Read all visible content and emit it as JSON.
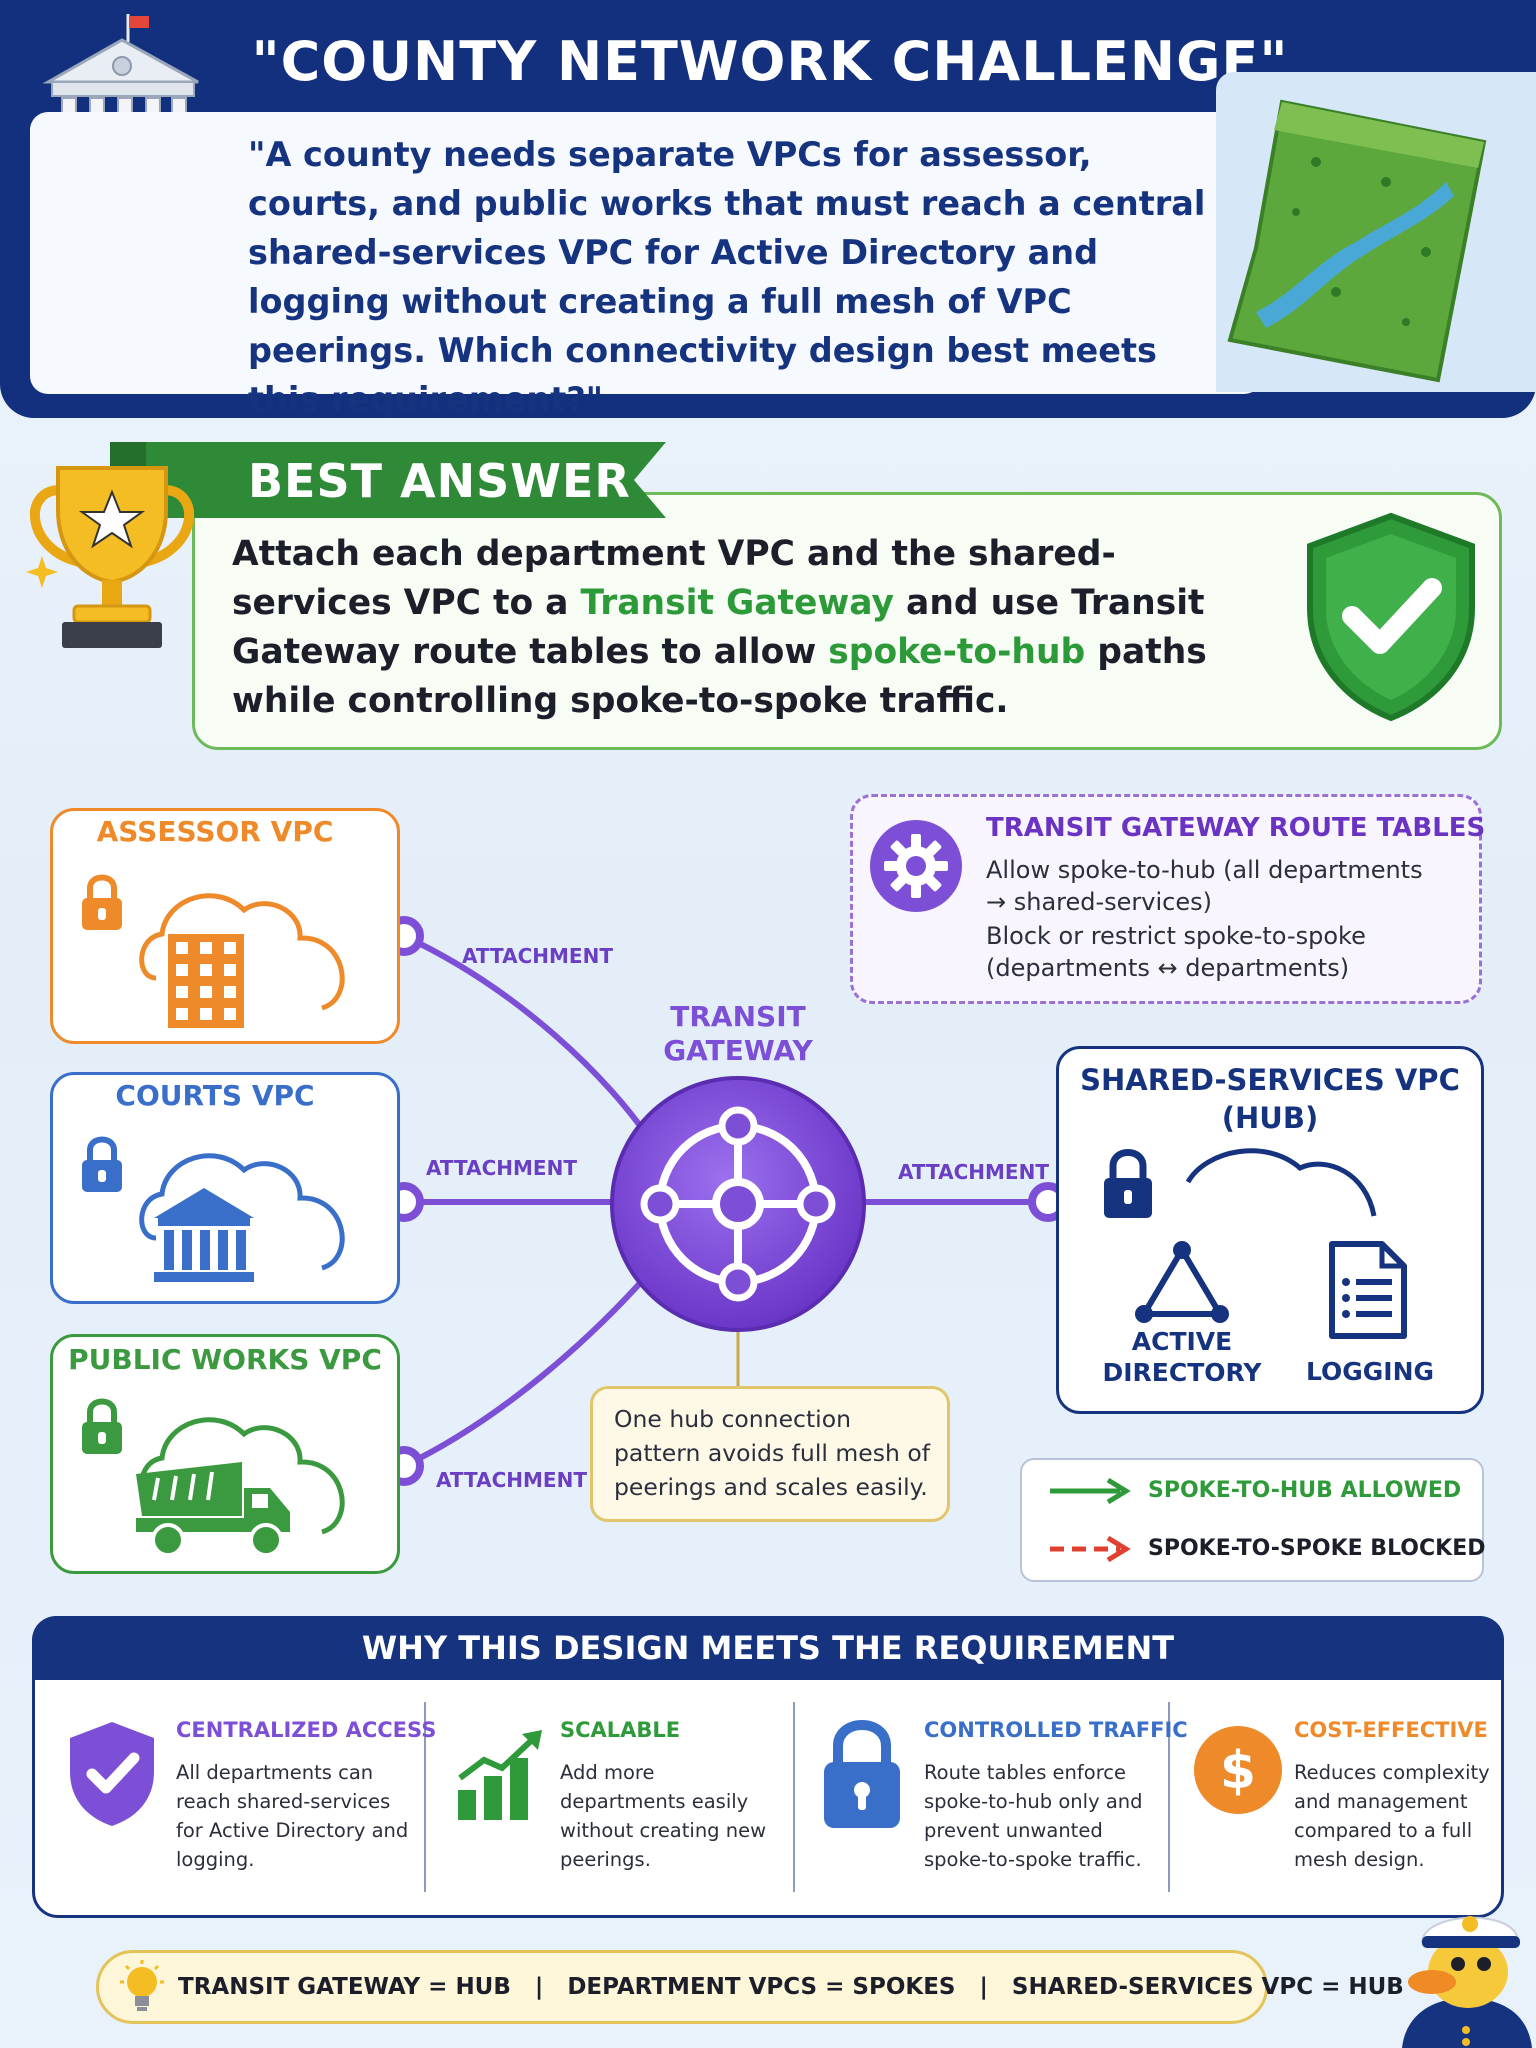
{
  "header": {
    "title": "\"COUNTY NETWORK CHALLENGE\"",
    "question": "\"A county needs separate VPCs for assessor, courts, and public works that must reach a central shared-services VPC for Active Directory and logging without creating a full mesh of VPC peerings. Which connectivity design best meets this requirement?\""
  },
  "best_answer": {
    "banner": "BEST ANSWER",
    "text_before_1": "Attach each department VPC and the shared-services VPC to a ",
    "highlight_1": "Transit Gateway",
    "text_between": " and use Transit Gateway route tables to allow ",
    "highlight_2": "spoke-to-hub",
    "text_after": " paths while controlling spoke-to-spoke traffic."
  },
  "diagram": {
    "vpcs": [
      {
        "label": "ASSESSOR VPC",
        "color": "#ee8a2a"
      },
      {
        "label": "COURTS VPC",
        "color": "#3a6fc9"
      },
      {
        "label": "PUBLIC WORKS VPC",
        "color": "#3b9a3f"
      }
    ],
    "attachment_label": "ATTACHMENT",
    "gateway_label": "TRANSIT GATEWAY",
    "gateway_color": "#7d4fd6",
    "hub": {
      "title_line1": "SHARED-SERVICES VPC",
      "title_line2": "(HUB)",
      "service_1": "ACTIVE DIRECTORY",
      "service_2": "LOGGING",
      "color": "#16337f"
    },
    "note": "One hub connection pattern avoids full mesh of peerings and scales easily."
  },
  "route_tables": {
    "title": "TRANSIT GATEWAY ROUTE TABLES",
    "line1": "Allow spoke-to-hub (all departments",
    "line2": "→ shared-services)",
    "line3": "Block or restrict spoke-to-spoke",
    "line4": "(departments ↔ departments)"
  },
  "legend": {
    "allowed": "SPOKE-TO-HUB ALLOWED",
    "blocked": "SPOKE-TO-SPOKE BLOCKED",
    "allowed_color": "#2f9a3a",
    "blocked_color": "#e0402f"
  },
  "why": {
    "title": "WHY THIS DESIGN MEETS THE REQUIREMENT",
    "items": [
      {
        "title": "CENTRALIZED ACCESS",
        "desc": "All departments can reach shared-services for Active Directory and logging.",
        "color": "#7d4fd6",
        "icon": "shield-check-icon"
      },
      {
        "title": "SCALABLE",
        "desc": "Add more departments easily without creating new peerings.",
        "color": "#2f9a3a",
        "icon": "growth-chart-icon"
      },
      {
        "title": "CONTROLLED TRAFFIC",
        "desc": "Route tables enforce spoke-to-hub only and prevent unwanted spoke-to-spoke traffic.",
        "color": "#3a6fc9",
        "icon": "padlock-icon"
      },
      {
        "title": "COST-EFFECTIVE",
        "desc": "Reduces complexity and management compared to a full mesh design.",
        "color": "#ee8a2a",
        "icon": "dollar-coin-icon"
      }
    ]
  },
  "footer": {
    "text": "TRANSIT GATEWAY = HUB   |   DEPARTMENT VPCS = SPOKES   |   SHARED-SERVICES VPC = HUB"
  }
}
